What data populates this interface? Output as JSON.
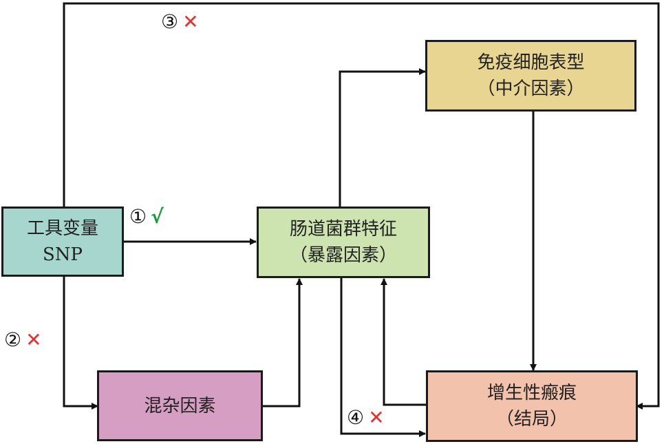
{
  "diagram": {
    "nodes": {
      "instrument": {
        "line1": "工具变量",
        "line2": "SNP",
        "color": "#a7d6cf"
      },
      "exposure": {
        "line1": "肠道菌群特征",
        "line2": "（暴露因素）",
        "color": "#cde3b0"
      },
      "mediator": {
        "line1": "免疫细胞表型",
        "line2": "（中介因素）",
        "color": "#e8d591"
      },
      "confounder": {
        "line1": "混杂因素",
        "color": "#d69ec2"
      },
      "outcome": {
        "line1": "增生性瘢痕",
        "line2": "（结局）",
        "color": "#f3c2ac"
      }
    },
    "labels": [
      {
        "id": "path1",
        "number": "①",
        "symbol": "√",
        "status": "valid"
      },
      {
        "id": "path2",
        "number": "②",
        "symbol": "✕",
        "status": "invalid"
      },
      {
        "id": "path3",
        "number": "③",
        "symbol": "✕",
        "status": "invalid"
      },
      {
        "id": "path4",
        "number": "④",
        "symbol": "✕",
        "status": "invalid"
      }
    ],
    "edges": [
      {
        "from": "instrument",
        "to": "exposure",
        "label": "path1"
      },
      {
        "from": "instrument",
        "to": "confounder",
        "label": "path2"
      },
      {
        "from": "instrument",
        "to": "outcome",
        "label": "path3"
      },
      {
        "from": "exposure",
        "to": "outcome",
        "label": "path4"
      },
      {
        "from": "exposure",
        "to": "mediator"
      },
      {
        "from": "mediator",
        "to": "outcome"
      },
      {
        "from": "confounder",
        "to": "exposure"
      },
      {
        "from": "outcome",
        "to": "exposure"
      }
    ]
  }
}
